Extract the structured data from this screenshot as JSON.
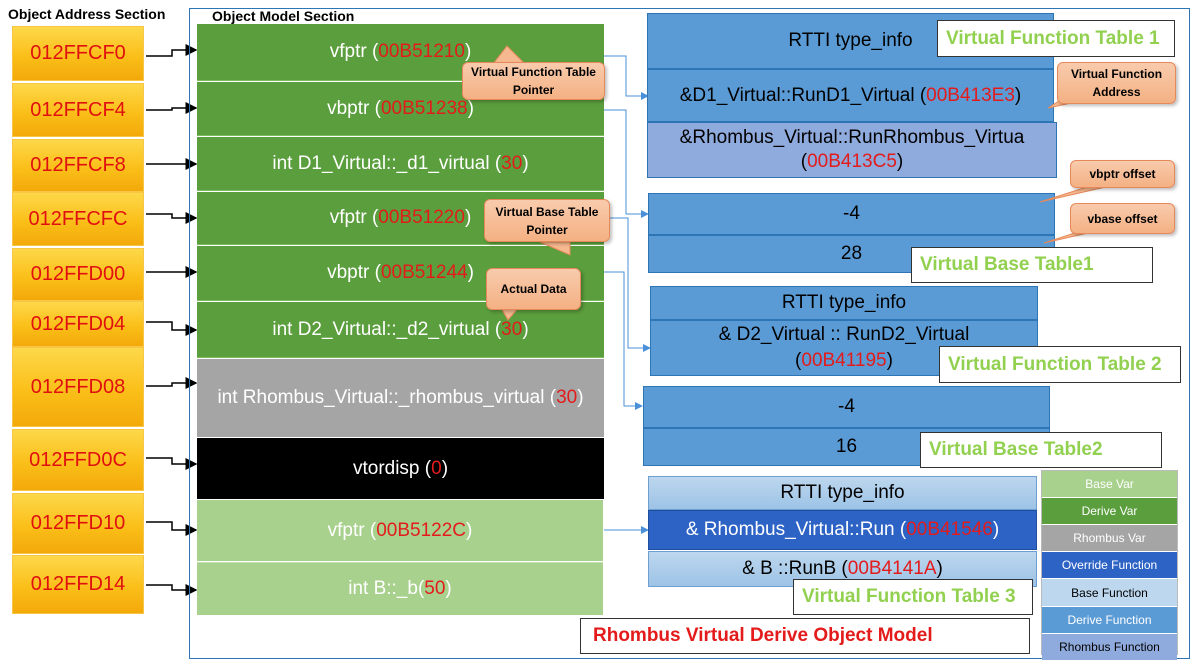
{
  "headers": {
    "address_section": "Object Address Section",
    "model_section": "Object Model Section"
  },
  "addresses": [
    "012FFCF0",
    "012FFCF4",
    "012FFCF8",
    "012FFCFC",
    "012FFD00",
    "012FFD04",
    "012FFD08",
    "012FFD0C",
    "012FFD10",
    "012FFD14"
  ],
  "model": {
    "r1": {
      "prefix": "vfptr (",
      "value": "00B51210",
      "suffix": ")"
    },
    "r2": {
      "prefix": "vbptr (",
      "value": "00B51238",
      "suffix": ")"
    },
    "r3": {
      "prefix": "int D1_Virtual::_d1_virtual (",
      "value": "30",
      "suffix": ")"
    },
    "r4": {
      "prefix": "vfptr (",
      "value": "00B51220",
      "suffix": ")"
    },
    "r5": {
      "prefix": "vbptr (",
      "value": "00B51244",
      "suffix": ")"
    },
    "r6": {
      "prefix": "int D2_Virtual::_d2_virtual (",
      "value": "30",
      "suffix": ")"
    },
    "r7": {
      "prefix": "int Rhombus_Virtual::_rhombus_virtual (",
      "value": "30",
      "suffix": ")"
    },
    "r8": {
      "prefix": "vtordisp (",
      "value": "0",
      "suffix": ")"
    },
    "r9": {
      "prefix": "vfptr (",
      "value": "00B5122C",
      "suffix": ")"
    },
    "r10": {
      "prefix": "int B::_b(",
      "value": "50",
      "suffix": ")"
    }
  },
  "vft1": {
    "rtti": "RTTI type_info",
    "entry1": {
      "prefix": "&D1_Virtual::RunD1_Virtual (",
      "value": "00B413E3",
      "suffix": ")"
    },
    "entry2": {
      "prefix": "&Rhombus_Virtual::RunRhombus_Virtua",
      "prefix2": "(",
      "value": "00B413C5",
      "suffix": ")"
    },
    "title": "Virtual Function Table 1"
  },
  "vbt1": {
    "v1": "-4",
    "v2": "28",
    "title": "Virtual Base Table1"
  },
  "vft2": {
    "rtti": "RTTI type_info",
    "entry1": {
      "prefix": "& D2_Virtual :: RunD2_Virtual",
      "prefix2": "(",
      "value": "00B41195",
      "suffix": ")"
    },
    "title": "Virtual Function Table 2"
  },
  "vbt2": {
    "v1": "-4",
    "v2": "16",
    "title": "Virtual Base Table2"
  },
  "vft3": {
    "rtti": "RTTI type_info",
    "entry1": {
      "prefix": "& Rhombus_Virtual::Run (",
      "value": "00B41546",
      "suffix": ")"
    },
    "entry2": {
      "prefix": "& B ::RunB (",
      "value": "00B4141A",
      "suffix": ")"
    },
    "title": "Virtual Function Table 3"
  },
  "callouts": {
    "vftp": "Virtual Function Table Pointer",
    "vbtp": "Virtual Base Table Pointer",
    "actual": "Actual Data",
    "vfaddr": "Virtual Function Address",
    "vbptr_off": "vbptr offset",
    "vbase_off": "vbase offset"
  },
  "legend": {
    "base_var": "Base Var",
    "derive_var": "Derive Var",
    "rhombus_var": "Rhombus Var",
    "override_fn": "Override Function",
    "base_fn": "Base Function",
    "derive_fn": "Derive Function",
    "rhombus_fn": "Rhombus Function"
  },
  "diagram_title": "Rhombus Virtual Derive Object Model",
  "colors": {
    "accent_red": "#e31b1b",
    "title_green": "#92d050",
    "derive_green": "#5b9e3d",
    "address_yellow": "#fbbf19"
  }
}
